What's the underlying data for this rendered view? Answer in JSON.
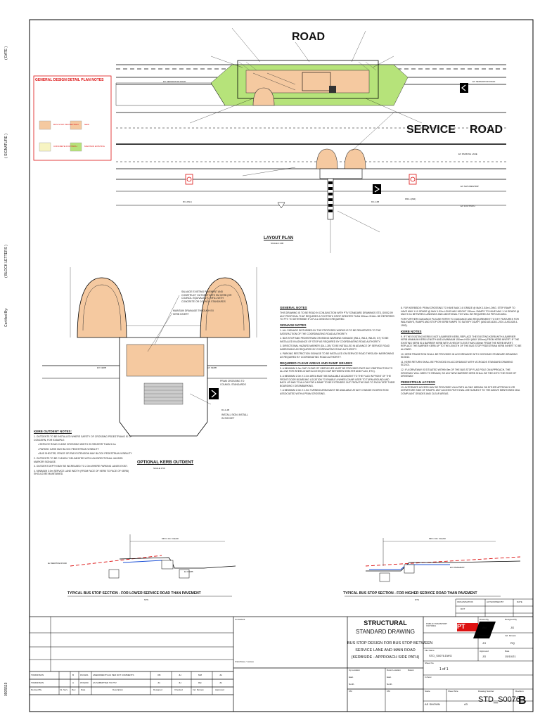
{
  "side_labels": {
    "date": "( DATE )",
    "signature": "( SIGNATURE )",
    "block_letters": "( BLOCK LETTERS )",
    "certified_by": "Certified By:",
    "file_ref": "0905519"
  },
  "plan": {
    "road_top": "ROAD",
    "service_road": "SERVICE",
    "road_right": "ROAD",
    "layout_title": "LAYOUT PLAN",
    "layout_scale": "SCALE 1:200",
    "ex_separator_left": "EX SEPARATOR ROAD",
    "ex_separator_right": "EX SEPARATOR ROAD",
    "ex_parking_lane": "EX PARKING LANE",
    "ex_nature_strip": "EX NATURESTRIP",
    "ex_footpath": "EX FOOTPATH",
    "sign_left": "RC-2(NL)",
    "sign_mid": "D4-1-2B",
    "sign_right": "PRC-1(NR)"
  },
  "legend": {
    "title": "GENERAL DESIGN DETAIL PLAN NOTES",
    "items": [
      "BUS STOP PROTECTION",
      "NEW",
      "CONCRETE FOOTPATH",
      "MAINTAIN EXISTING"
    ]
  },
  "detail": {
    "title": "OPTIONAL KERB OUTDENT",
    "scale": "SCALE 1:50",
    "ex_kerb_left": "EX KERB",
    "ex_kerb_right": "EX KERB",
    "sign_label": "D4-1-2B",
    "sign_note": "INSTALL SIGN, INSTALL IN SOCKET",
    "salvage_note": "SALVAGE EXISTING PAVEMENT AND CONSTRUCT OUTDENT WITH SM KERB (OR COUNCIL EQUIVALENT). INFILL WITH CONCRETE OR COUNCIL STANDARDS",
    "drainage_note": "MAINTAIN DRAINAGE THROUGH EX KERB INVERT",
    "pram_note": "PRAM CROSSING TO COUNCIL STANDARDS"
  },
  "kerb_outdent_notes": {
    "title": "KERB OUTDENT NOTES:",
    "items": [
      "1. OUTDENTS TO BE INSTALLED WHERE SAFETY OF CROSSING PEDESTRIANS IS OF CONCERN, FOR EXAMPLE:",
      "• SERVICE ROAD CLEAR CROSSING WIDTH IS GREATER THAN 5.0m",
      "• PARKED CARS MAY BLOCK PEDESTRIAN VISIBILITY",
      "• BUS SHELTER, FENCE OR PAD EXTENSION MAY BLOCK PEDESTRIAN VISIBILITY",
      "2. OUTDENTS TO BE CLEARLY DELINEATED WITH UNI-DIRECTIONAL HAZARD MARKER SIGNAGE.",
      "3. OUTDENT DEPTH MAY BE INCREASED TO 2.3m WHERE PARKING LANES EXIST.",
      "4. MINIMUM 3.0m SERVICE LANE WIDTH (FROM FACE OF KERB TO FACE OF KERB) SHOULD BE MAINTAINED."
    ]
  },
  "general_notes": {
    "title": "GENERAL NOTES",
    "intro": "THIS DRAWING IS TO BE READ IN CONJUNCTION WITH PTV STANDARD DRAWINGS STD_S0002-09 ANY PROPOSAL THAT REQUIRES A FOOTPATH DROP GREATER THAN 300mm SHALL BE REFERRED TO PTV TO DETERMINE IF A FULL DESIGN IS REQUIRED.",
    "signage_head": "SIGNAGE NOTES",
    "signage": [
      "1. ALL SIGNAGE DISTURBED BY THE PROPOSED WORKS IS TO BE REINSTATED TO THE SATISFACTION OF THE COORDINATING ROAD AUTHORITY.",
      "2. BUS STOP AND PEDESTRIAN CROSSING WARNING SIGNAGE (W6-1, W6-3, W8-25, G7) TO BE INSTALLED IN ADVANCE OF STOP AS REQUIRED BY COORDINATING ROAD AUTHORITY.",
      "3. DIRECTIONAL HAZARD MARKER (D4-1-2B) TO BE INSTALLED IN ADVANCE OF SERVICE ROAD NARROWING AS REQUIRED BY COORDINATING ROAD AUTHORITY.",
      "4. PARKING RESTRICTION SIGNAGE TO BE INSTALLED ON SERVICE ROAD THROUGH NARROWING AS REQUIRED BY COORDINATING ROAD AUTHORITY."
    ],
    "clear_head": "REQUIRED CLEAR AREAS AND RAMP GRADES",
    "clear": [
      "5. A MINIMUM 1.0m GAP CLEAR OF OBSTACLES MUST BE PROVIDED PAST ANY OBSTRUCTION TO ALLOW FOR WHEELCHAIR ACCESS (EG GAP BETWEEN SHELTER AND FLAG, ETC).",
      "6. A MINIMUM 2.0m X 2.3m AREA MUST BE AVAILABLE ADJACENT TO THE FLAG IN FRONT OF THE FRONT DOOR BOARDING LOCATION TO ENABLE A WHEELCHAIR USER TO TURN AROUND AND BACK UP AND TO ALLOW FOR A RAMP TO BE EXTENDED OUT FROM THE BUS TO FACILITATE THEIR BOARDING / DISEMBARKING.",
      "7. A MINIMUM 2.0m X 1.5m TURNING AREA MUST BE AVAILABLE AT ANY CHANGE IN DIRECTION ASSOCIATED WITH A PRAM CROSSING."
    ]
  },
  "right_notes": {
    "items": [
      "8. FOR KERBSIDE: PRAM CROSSING TO HAVE MAX 1:8 GRADE @ MAX 1.52m LONG. STEP RAMP TO HAVE MAX 1:10 GRADE @ MAX 1.52m LONG MAX HEIGHT 190mm. RAMPS TO HAVE MAX 1:14 GRADE @ MAX 9.0m BETWEEN LANDINGS AND ADDITIONAL TGS WILL BE REQUIRED AS PER AS1428.4.",
      "FOR FURTHER GUIDANCE PLEASE REFER TO GUIDANCE AND REQUIREMENT TO KEY FEATURES FOR WALKWAYS, RAMPS AND STOP OR KERB RAMPS TO SATISFY DDAPT (AND AS1428.1-2001 & AS1428.4-1992)."
    ],
    "kerb_head": "KERB NOTES",
    "kerb": [
      "9. IF THE EXISTING KERB IS NOT A BARRIER KERB, REPLACE THE EXISTING KERB WITH A BARRIER KERB MINIMUM KERB LENGTH AND A MINIMUM 150mm HIGH (MAX 190mm) FROM KERB INVERT. IF THE EXISTING KERB IS A BARRIER KERB WITH A HEIGHT LESS THAN 150mm FROM THE KERB INVERT, REPLACE THE BARRIER KERB UP TO THE LENGTH OF THE BUS STOP PEDESTRIAN KERB INVERT TO BE ALIGNED.",
      "10. KERB TRANSITION SHALL BE PROVIDED IN ACCORDANCE WITH VICROADS STANDARD DRAWING SD3010.",
      "11. KERB RETURN SHALL BE PROVIDED IN ACCORDANCE WITH VICROADS STANDARD DRAWING SD2101.",
      "12. IF A DRIVEWAY IS SITUATED WITHIN 9m OF THE BUS STOP FLAG POLE ON APPROACH, THE DRIVEWAY WILL NEED TO REMAIN, SO ANY NEW BARRIER KERB SHALL BE TIED INTO THE EDGE OF DRIVEWAY."
    ],
    "ped_head": "PEDESTRIAN ACCESS",
    "ped": [
      "13. ALTERNATE ACCESS MAY BE PROVIDED VIA A PATH ALONG MEDIAN ON EITHER APPROACH OR DEPARTURE SIDE OF RAMPS. ANY ACCESS PATH SHALL BE SUBJECT TO THE ABOVE MENTIONED DDA COMPLIANT GRADES AND CLEAR AREAS."
    ]
  },
  "sections": {
    "left_title": "TYPICAL BUS STOP SECTION - FOR LOWER SERVICE ROAD THAN PAVEMENT",
    "left_scale": "NTS",
    "right_title": "TYPICAL BUS STOP SECTION - FOR HIGHER SERVICE ROAD THAN PAVEMENT",
    "right_scale": "NTS",
    "ex_service_road": "Ex SERVICE ROAD",
    "ex_kerb": "Ex KERB",
    "ex_pavement": "EX PAVEMENT",
    "clear_left": "MIN 2.3m CLEAR",
    "clear_right": "MIN 2.3m CLEAR"
  },
  "title_block": {
    "consultant": "Consultant",
    "franchisee": "Franchisee / Lessee",
    "type": "STRUCTURAL",
    "std": "STANDARD DRAWING",
    "desc1": "BUS STOP DESIGN FOR BUS STOP BETWEEN",
    "desc2": "SERVICE LANE AND MAIN ROAD",
    "desc3": "(KERBSIDE - APPROACH SIDE PATH)",
    "org_head": "ORGANISATION",
    "auth_head": "AUTHORISED BY",
    "date_head": "DATE",
    "org_row": "DOT",
    "drawn_by_lbl": "Drawn By",
    "drawn_by": "AM",
    "designed_by_lbl": "Designed By",
    "designed_by": "JG",
    "checked_by_lbl": "Checked By",
    "checked_by": "JH",
    "ind_review_lbl": "Ind. Review",
    "ind_review": "RQ",
    "approved_lbl": "Approved",
    "approved": "JG",
    "date_lbl": "Date",
    "date": "15/10/21",
    "file_name_lbl": "File Name",
    "file_name": "STD_S0076.DWG",
    "sheet_no_lbl": "Sheet No.",
    "sheet_no": "1 of 1",
    "scale_lbl": "Scale",
    "scale": "AS SHOWN",
    "sheet_size_lbl": "Sheet Size",
    "sheet_size": "A3",
    "drawing_number_lbl": "Drawing Number",
    "drawing_number": "STD_S0076",
    "revision_lbl": "Revision",
    "revision": "B",
    "in_serv_lbl": "In Serv.",
    "up_location": "Up Location",
    "down_location": "Down Location",
    "datum": "Datum",
    "east": "East.",
    "north": "North.",
    "km": "KM",
    "logo": "PT",
    "logo_sub": "PUBLIC TRANSPORT VICTORIA",
    "revisions": [
      {
        "by": "TOMKINSON",
        "rev": "B",
        "date": "15/10/21",
        "desc": "AMENDMENTS AS PER DOT COMMENTS",
        "designed": "OB",
        "checked": "JH",
        "review": "MM",
        "approved": "JG"
      },
      {
        "by": "TOMKINSON",
        "rev": "A",
        "date": "07/02/20",
        "desc": "AS SUBMITTED TO PTV",
        "designed": "JG",
        "checked": "JH",
        "review": "RQ",
        "approved": "JG"
      }
    ],
    "rev_headers": [
      "Revised By",
      "Int. Serv.",
      "Rev.",
      "Date",
      "Description",
      "Designed",
      "Checked",
      "Ind. Review",
      "Approved"
    ]
  },
  "colors": {
    "kerb": "#f5c9a0",
    "grass": "#b6e37a",
    "red": "#d11"
  }
}
